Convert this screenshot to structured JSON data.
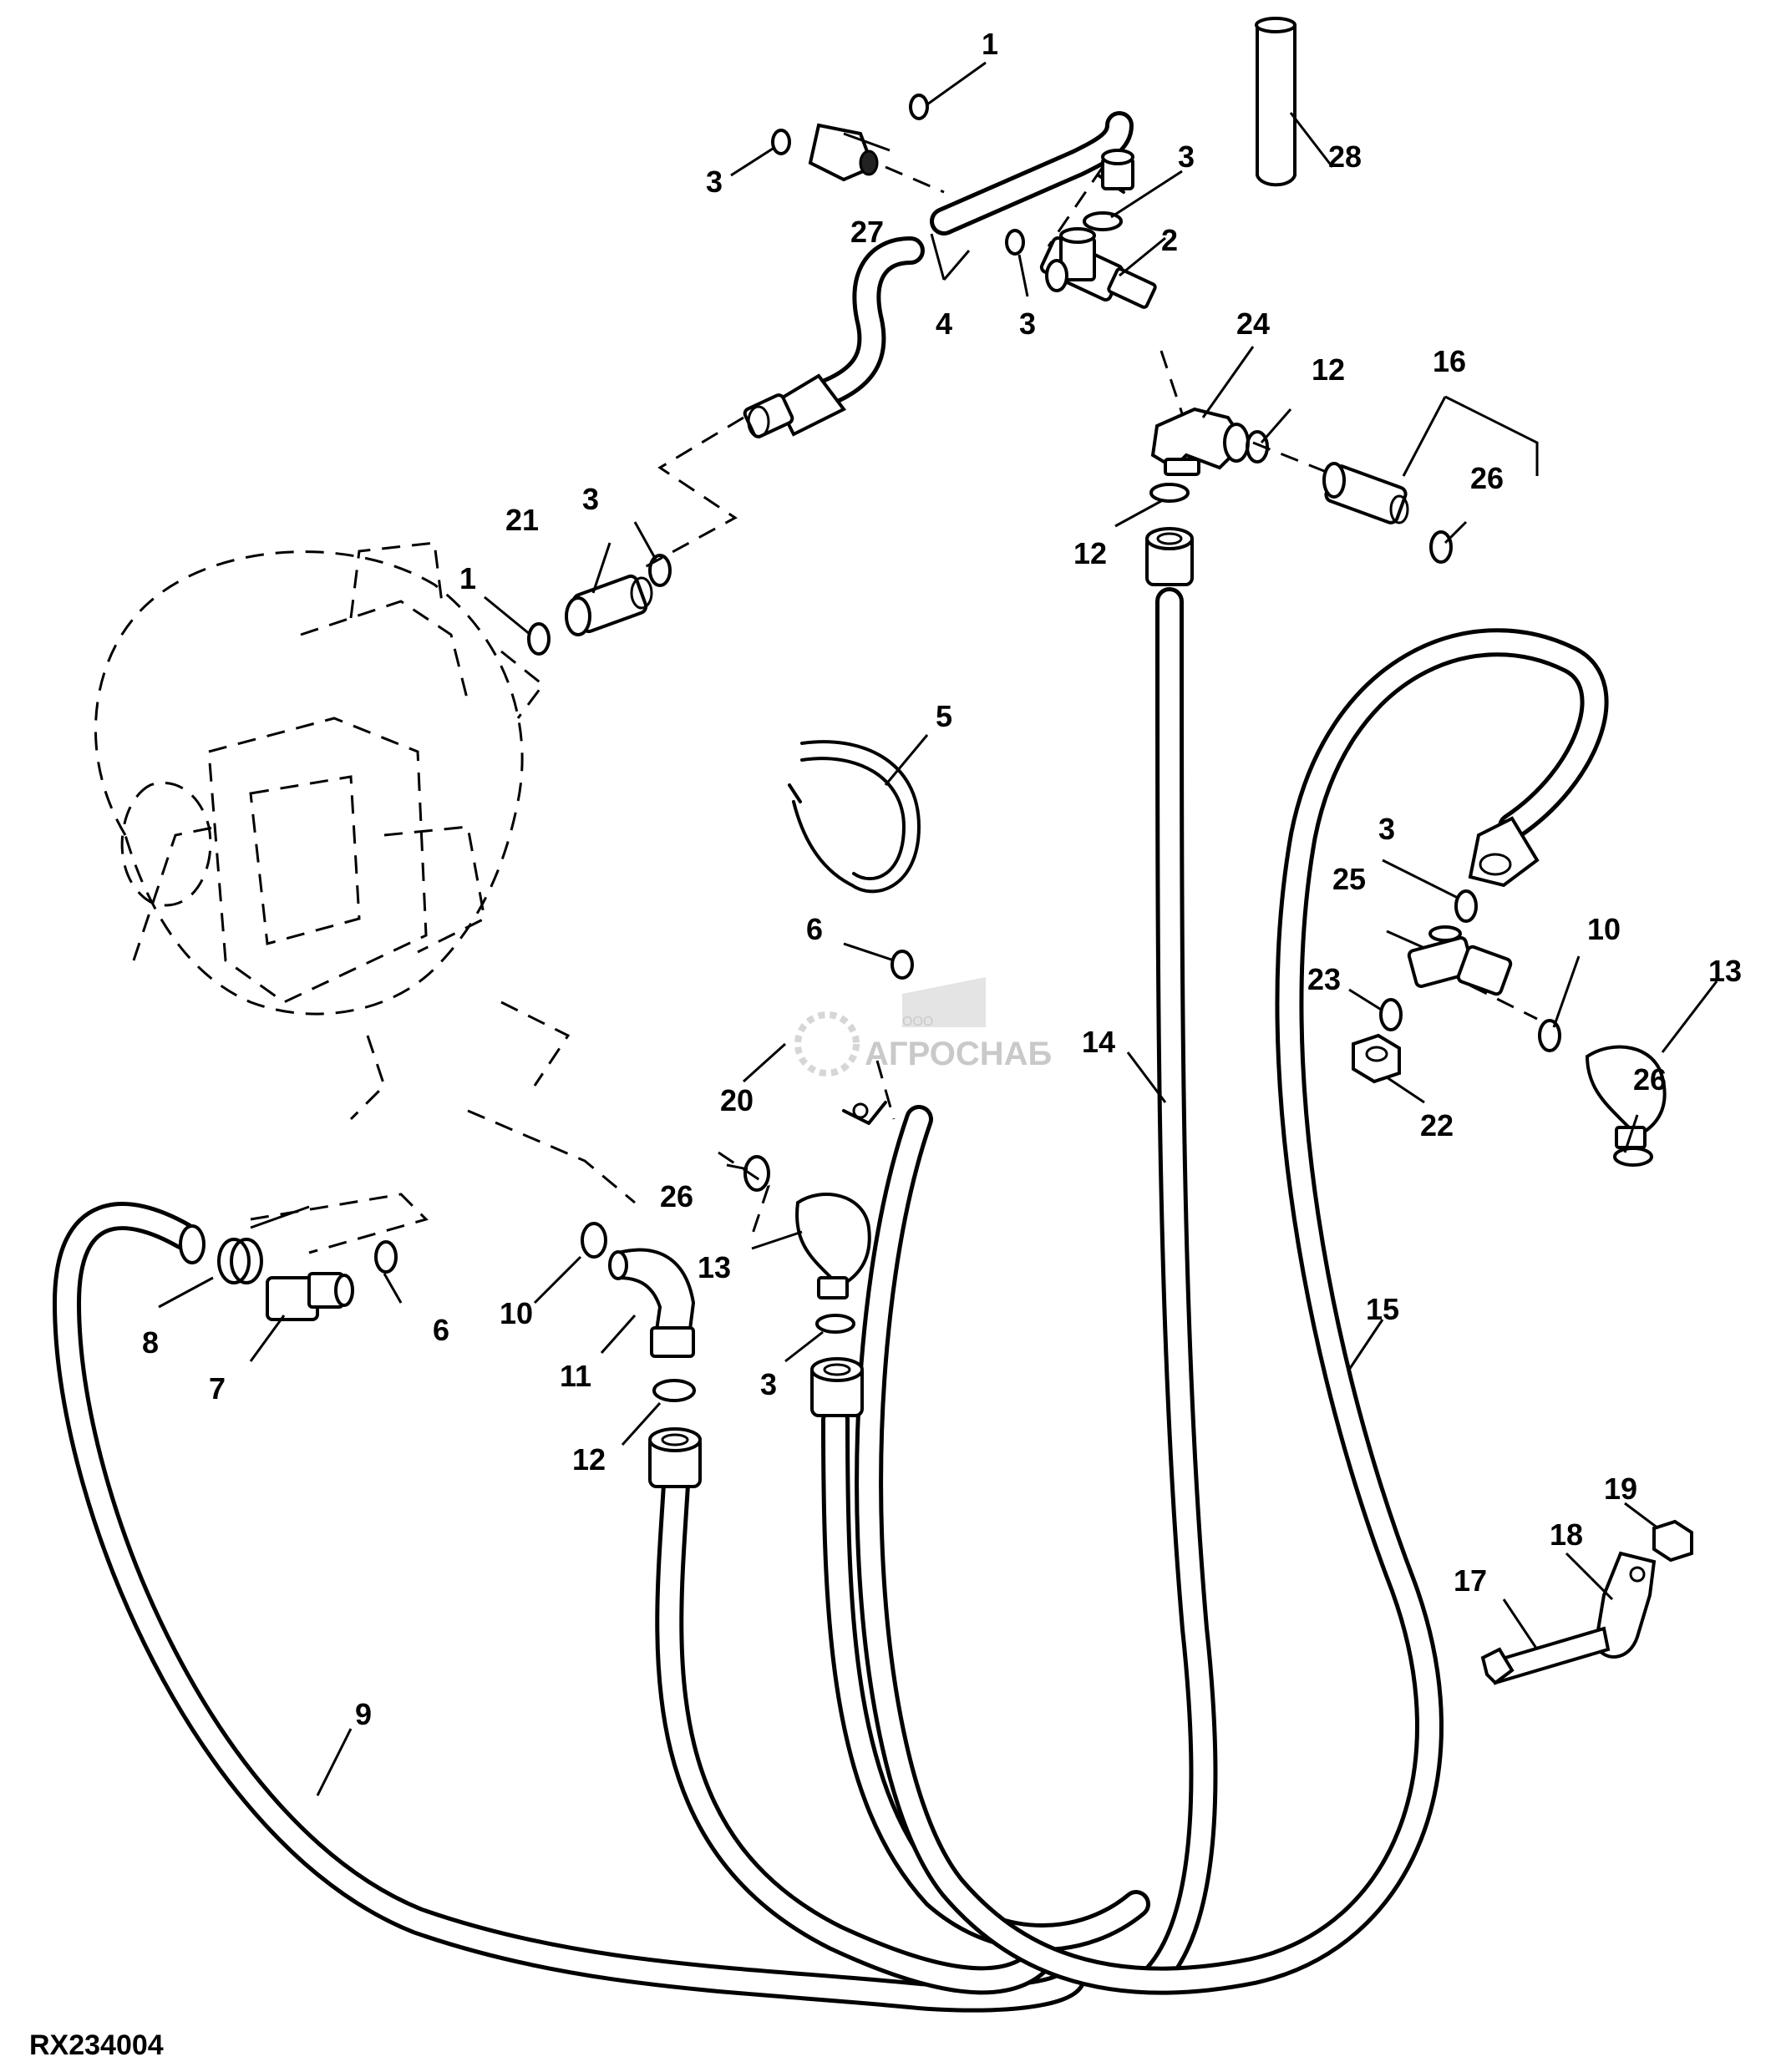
{
  "figure_code": "RX234004",
  "watermark": {
    "text": "АГРОСНАБ",
    "prefix": "ООО"
  },
  "callouts": {
    "c1a": "1",
    "c1b": "1",
    "c2": "2",
    "c3a": "3",
    "c3b": "3",
    "c3c": "3",
    "c3d": "3",
    "c3e": "3",
    "c3f": "3",
    "c4": "4",
    "c5": "5",
    "c6a": "6",
    "c6b": "6",
    "c7": "7",
    "c8": "8",
    "c9": "9",
    "c10a": "10",
    "c10b": "10",
    "c11": "11",
    "c12a": "12",
    "c12b": "12",
    "c12c": "12",
    "c13a": "13",
    "c13b": "13",
    "c14": "14",
    "c15": "15",
    "c16": "16",
    "c17": "17",
    "c18": "18",
    "c19": "19",
    "c20": "20",
    "c21": "21",
    "c22": "22",
    "c23": "23",
    "c24": "24",
    "c25": "25",
    "c26a": "26",
    "c26b": "26",
    "c26c": "26",
    "c27": "27",
    "c28": "28"
  }
}
